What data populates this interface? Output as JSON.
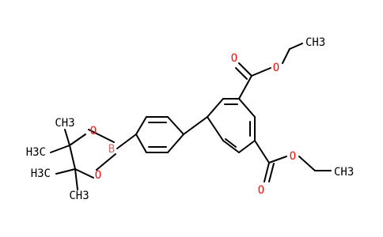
{
  "molecule": {
    "atom_labels": {
      "o_ester1_carbonyl": "O",
      "o_ester1_ether": "O",
      "o_ester2_carbonyl": "O",
      "o_ester2_ether": "O",
      "o_boronate_top": "O",
      "o_boronate_bottom": "O",
      "boron": "B",
      "ch3_ethyl_top": "CH3",
      "ch3_ethyl_bottom": "CH3",
      "ch3_pinacol_top": "CH3",
      "ch3_pinacol_left_upper": "H3C",
      "ch3_pinacol_left_lower": "H3C",
      "ch3_pinacol_bottom": "CH3"
    },
    "colors": {
      "oxygen": "#ff0d0d",
      "boron": "#c47272",
      "carbon": "#000000",
      "bond": "#000000"
    }
  }
}
